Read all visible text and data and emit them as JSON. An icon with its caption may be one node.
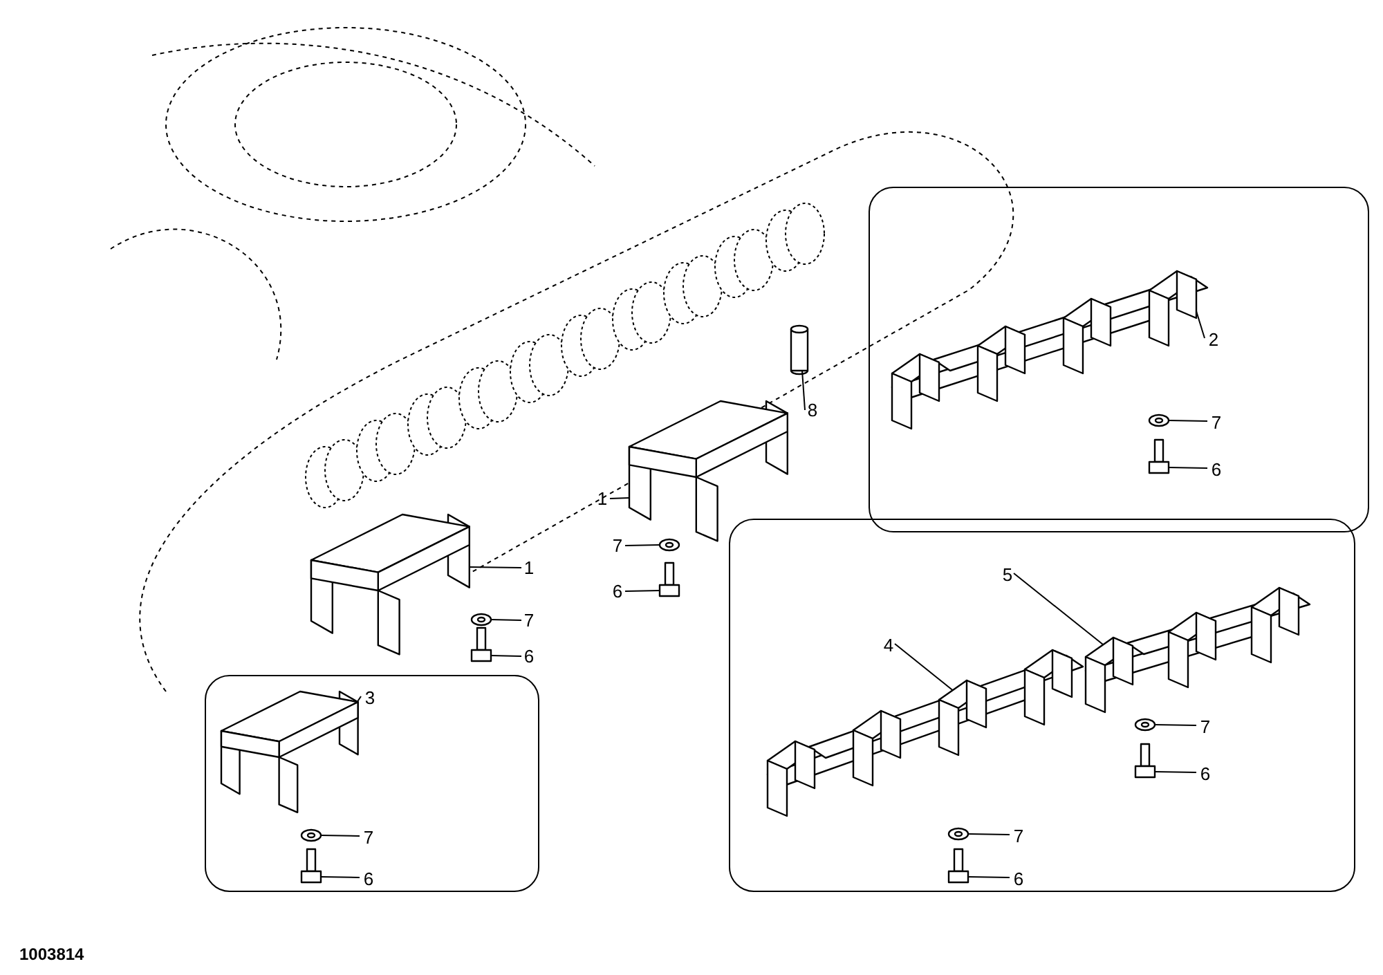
{
  "diagram": {
    "nodes": [
      {
        "text": [],
        "shape": "box"
      },
      {
        "text": [
          "2"
        ],
        "in": 0
      },
      {
        "text": [
          "7"
        ],
        "in": 0
      },
      {
        "text": [
          "6"
        ],
        "in": 0
      },
      {
        "text": [
          "8"
        ]
      },
      {
        "text": [
          "1"
        ]
      },
      {
        "text": [
          "7"
        ]
      },
      {
        "text": [
          "6"
        ]
      },
      {
        "text": [],
        "shape": "box"
      },
      {
        "text": [
          "5"
        ],
        "in": 8
      },
      {
        "text": [
          "4"
        ],
        "in": 8
      },
      {
        "text": [
          "7"
        ],
        "in": 8
      },
      {
        "text": [
          "6"
        ],
        "in": 8
      },
      {
        "text": [
          "7"
        ],
        "in": 8
      },
      {
        "text": [
          "6"
        ],
        "in": 8
      },
      {
        "text": [
          "1"
        ]
      },
      {
        "text": [
          "7"
        ]
      },
      {
        "text": [
          "6"
        ]
      },
      {
        "text": [],
        "shape": "box"
      },
      {
        "text": [
          "3"
        ],
        "in": 18
      },
      {
        "text": [
          "7"
        ],
        "in": 18
      },
      {
        "text": [
          "6"
        ],
        "in": 18
      },
      {
        "text": [],
        "shape": "picture",
        "in": 0
      },
      {
        "text": [],
        "shape": "picture",
        "in": 0
      },
      {
        "text": [],
        "shape": "picture",
        "in": 0
      },
      {
        "text": [],
        "shape": "cylinder"
      },
      {
        "text": [],
        "shape": "picture"
      },
      {
        "text": [],
        "shape": "picture"
      },
      {
        "text": [],
        "shape": "picture"
      },
      {
        "text": [],
        "shape": "picture",
        "in": 8
      },
      {
        "text": [],
        "shape": "picture",
        "in": 8
      },
      {
        "text": [],
        "shape": "picture",
        "in": 8
      },
      {
        "text": [],
        "shape": "picture",
        "in": 8
      },
      {
        "text": [],
        "shape": "picture",
        "in": 8
      },
      {
        "text": [],
        "shape": "picture",
        "in": 8
      },
      {
        "text": [],
        "shape": "picture"
      },
      {
        "text": [],
        "shape": "picture"
      },
      {
        "text": [],
        "shape": "picture"
      },
      {
        "text": [],
        "shape": "picture",
        "in": 18
      },
      {
        "text": [],
        "shape": "picture",
        "in": 18
      },
      {
        "text": [],
        "shape": "picture",
        "in": 18
      }
    ],
    "edges": [
      {
        "from": 1,
        "to": 22,
        "arrow": "none"
      },
      {
        "from": 2,
        "to": 23,
        "arrow": "none"
      },
      {
        "from": 3,
        "to": 24,
        "arrow": "none"
      },
      {
        "from": 4,
        "to": 25,
        "arrow": "none"
      },
      {
        "from": 5,
        "to": 26,
        "arrow": "none"
      },
      {
        "from": 6,
        "to": 27,
        "arrow": "none"
      },
      {
        "from": 7,
        "to": 28,
        "arrow": "none"
      },
      {
        "from": 9,
        "to": 29,
        "arrow": "none"
      },
      {
        "from": 10,
        "to": 30,
        "arrow": "none"
      },
      {
        "from": 11,
        "to": 31,
        "arrow": "none"
      },
      {
        "from": 12,
        "to": 32,
        "arrow": "none"
      },
      {
        "from": 13,
        "to": 33,
        "arrow": "none"
      },
      {
        "from": 14,
        "to": 34,
        "arrow": "none"
      },
      {
        "from": 15,
        "to": 35,
        "arrow": "none"
      },
      {
        "from": 16,
        "to": 36,
        "arrow": "none"
      },
      {
        "from": 17,
        "to": 37,
        "arrow": "none"
      },
      {
        "from": 19,
        "to": 38,
        "arrow": "none"
      },
      {
        "from": 20,
        "to": 39,
        "arrow": "none"
      },
      {
        "from": 21,
        "to": 40,
        "arrow": "none"
      }
    ],
    "labels": [
      "1003814"
    ]
  }
}
